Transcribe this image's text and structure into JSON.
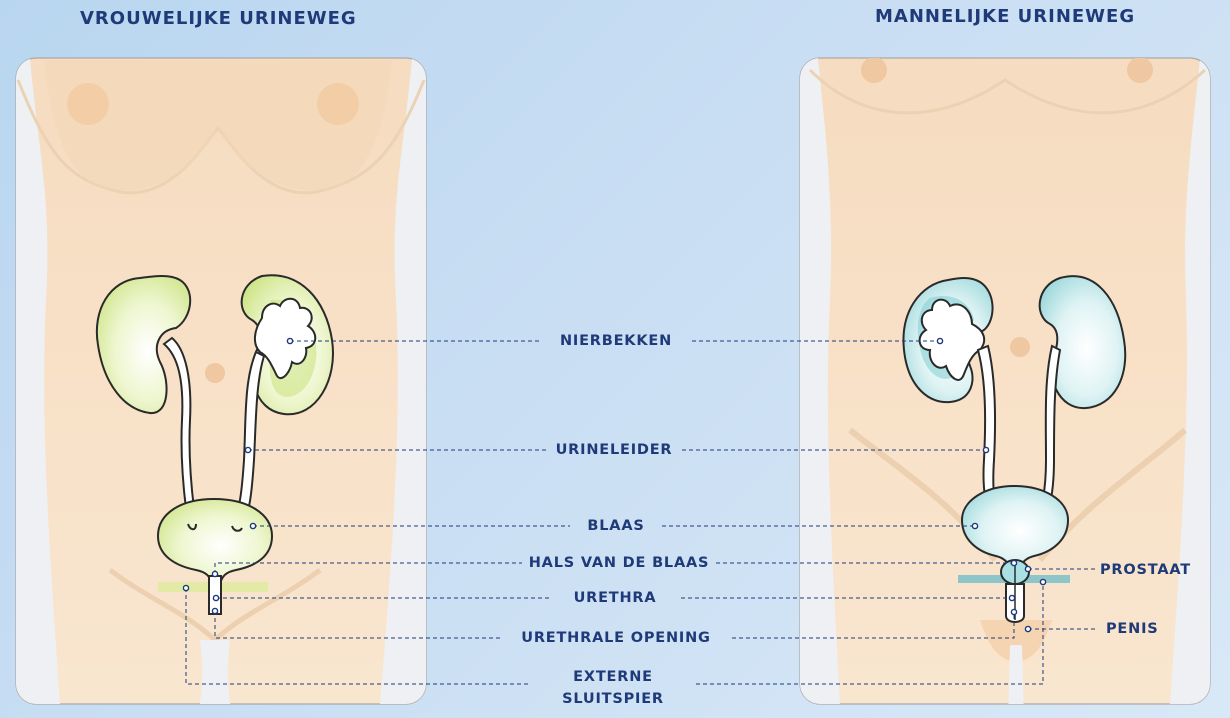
{
  "titles": {
    "female": "VROUWELIJKE URINEWEG",
    "male": "MANNELIJKE URINEWEG"
  },
  "labels": {
    "nierbekken": "NIERBEKKEN",
    "urineleider": "URINELEIDER",
    "blaas": "BLAAS",
    "hals": "HALS VAN DE BLAAS",
    "urethra": "URETHRA",
    "opening": "URETHRALE OPENING",
    "externe": "EXTERNE",
    "sluitspier": "SLUITSPIER",
    "prostaat": "PROSTAAT",
    "penis": "PENIS"
  },
  "colors": {
    "background": "#c5dcf2",
    "skin": "#f8e3c9",
    "label": "#1f3a78",
    "female_organ": "#d9ec9a",
    "male_organ": "#a9e0e3",
    "outline": "#2a2a2a"
  }
}
